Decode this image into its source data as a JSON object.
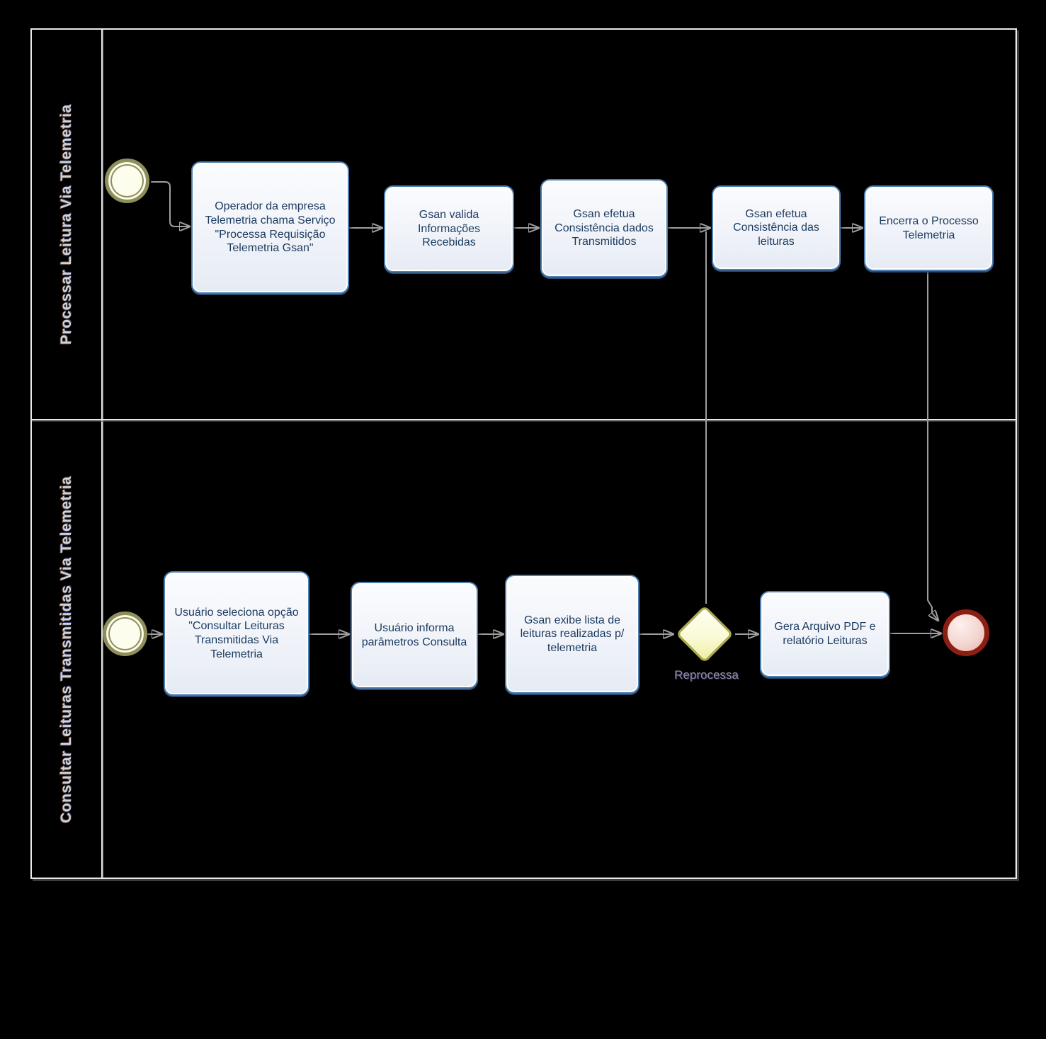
{
  "diagram": {
    "lanes": [
      {
        "label": "Processar Leitura Via Telemetria",
        "tasks": [
          {
            "label": "Operador da empresa Telemetria chama Serviço \"Processa Requisição Telemetria Gsan\""
          },
          {
            "label": "Gsan valida Informações Recebidas"
          },
          {
            "label": "Gsan efetua Consistência dados Transmitidos"
          },
          {
            "label": "Gsan efetua Consistência das leituras"
          },
          {
            "label": "Encerra o Processo Telemetria"
          }
        ]
      },
      {
        "label": "Consultar Leituras Transmitidas Via Telemetria",
        "tasks": [
          {
            "label": "Usuário seleciona opção \"Consultar Leituras Transmitidas Via Telemetria"
          },
          {
            "label": "Usuário informa parâmetros Consulta"
          },
          {
            "label": "Gsan exibe lista de leituras realizadas p/ telemetria"
          },
          {
            "label": "Gera Arquivo PDF e relatório Leituras"
          }
        ]
      }
    ],
    "gateway": {
      "label": "Reprocessa"
    },
    "events": {
      "start_count": 2,
      "end_count": 1
    },
    "colors": {
      "task_border": "#4e7fb0",
      "task_text": "#1b3a5f",
      "start_event_ring": "#8f8f5c",
      "end_event_ring": "#8c1f12",
      "gateway_border": "#a9a94f",
      "lane_label_text": "#d2d2d2",
      "flow_line": "#9f9f9f",
      "background": "#000000"
    }
  }
}
